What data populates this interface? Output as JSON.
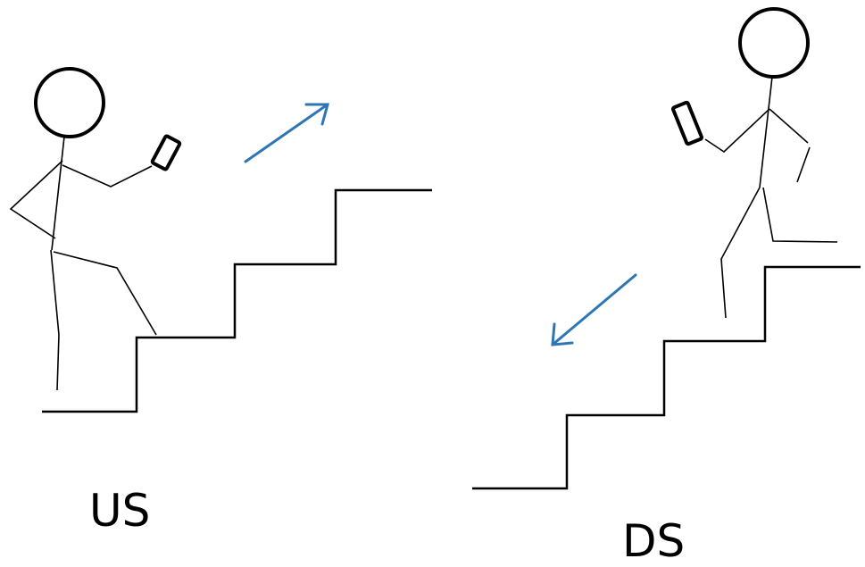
{
  "labels": {
    "upstairs": "US",
    "downstairs": "DS"
  },
  "colors": {
    "ink": "#000000",
    "arrow": "#2e75b6",
    "background": "#ffffff"
  },
  "icons": [
    "stick-figure",
    "smartphone",
    "arrow-up-right",
    "arrow-down-left",
    "staircase"
  ]
}
